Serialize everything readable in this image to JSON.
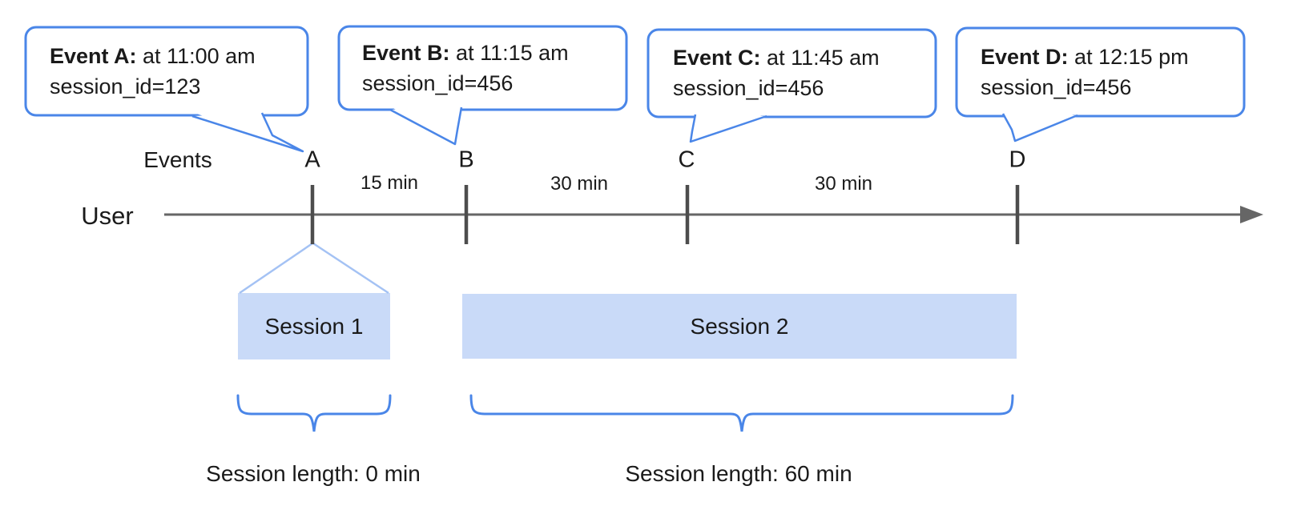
{
  "diagram": {
    "callouts": [
      {
        "event": "Event A:",
        "time": "at 11:00 am",
        "session": "session_id=123",
        "marker": "A"
      },
      {
        "event": "Event B:",
        "time": "at 11:15 am",
        "session": "session_id=456",
        "marker": "B"
      },
      {
        "event": "Event C:",
        "time": "at 11:45 am",
        "session": "session_id=456",
        "marker": "C"
      },
      {
        "event": "Event D:",
        "time": "at 12:15 pm",
        "session": "session_id=456",
        "marker": "D"
      }
    ],
    "timeline": {
      "events_label": "Events",
      "user_label": "User",
      "intervals": [
        "15 min",
        "30 min",
        "30 min"
      ]
    },
    "sessions": [
      {
        "label": "Session 1",
        "length": "Session length: 0 min"
      },
      {
        "label": "Session 2",
        "length": "Session length: 60 min"
      }
    ],
    "colors": {
      "accent_blue": "#4a86e8",
      "funnel_blue": "#a4c2f4",
      "session_fill": "#c9daf8",
      "axis_gray": "#666666",
      "tick_gray": "#4d4d4d"
    }
  }
}
